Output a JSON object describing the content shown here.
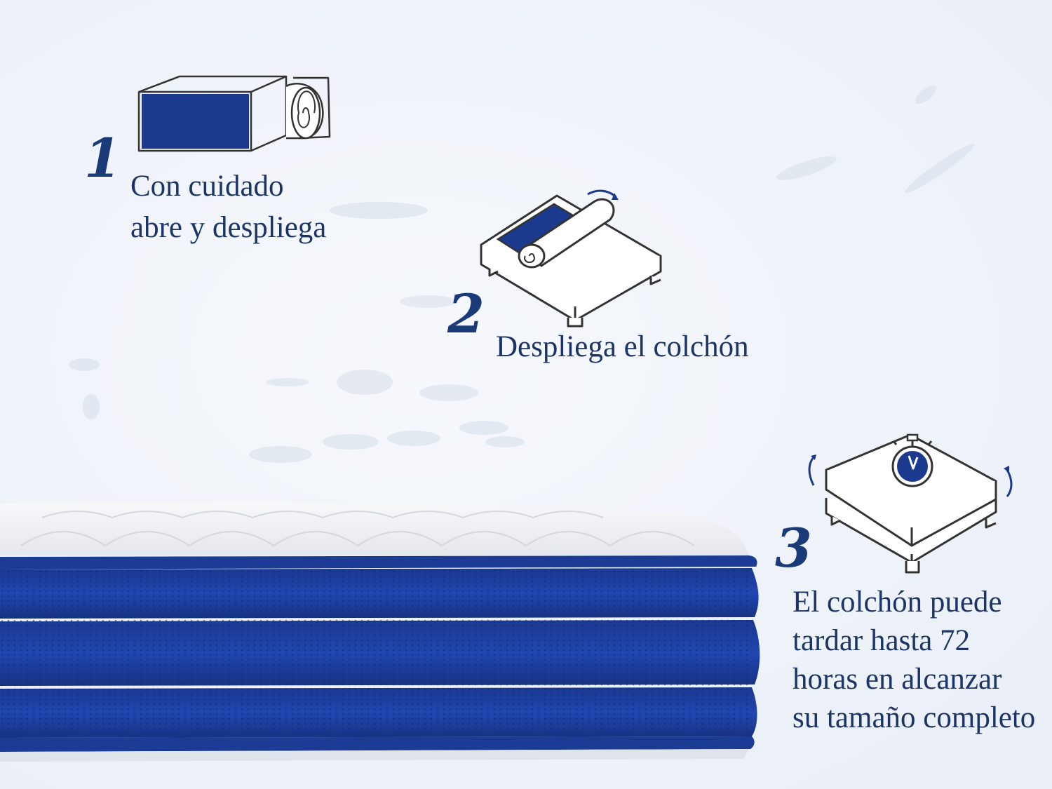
{
  "steps": [
    {
      "number": "1",
      "lines": [
        "Con cuidado",
        "abre y despliega"
      ],
      "icon": "rolled-mattress-box-icon"
    },
    {
      "number": "2",
      "lines": [
        "Despliega el colchón"
      ],
      "icon": "unroll-on-bed-icon"
    },
    {
      "number": "3",
      "lines": [
        "El colchón puede",
        "tardar hasta 72",
        "horas en alcanzar",
        "su tamaño completo"
      ],
      "icon": "mattress-timer-icon"
    }
  ],
  "colors": {
    "navy": "#1a3a78",
    "brand_blue": "#1b3f9c",
    "text": "#1d3566"
  }
}
